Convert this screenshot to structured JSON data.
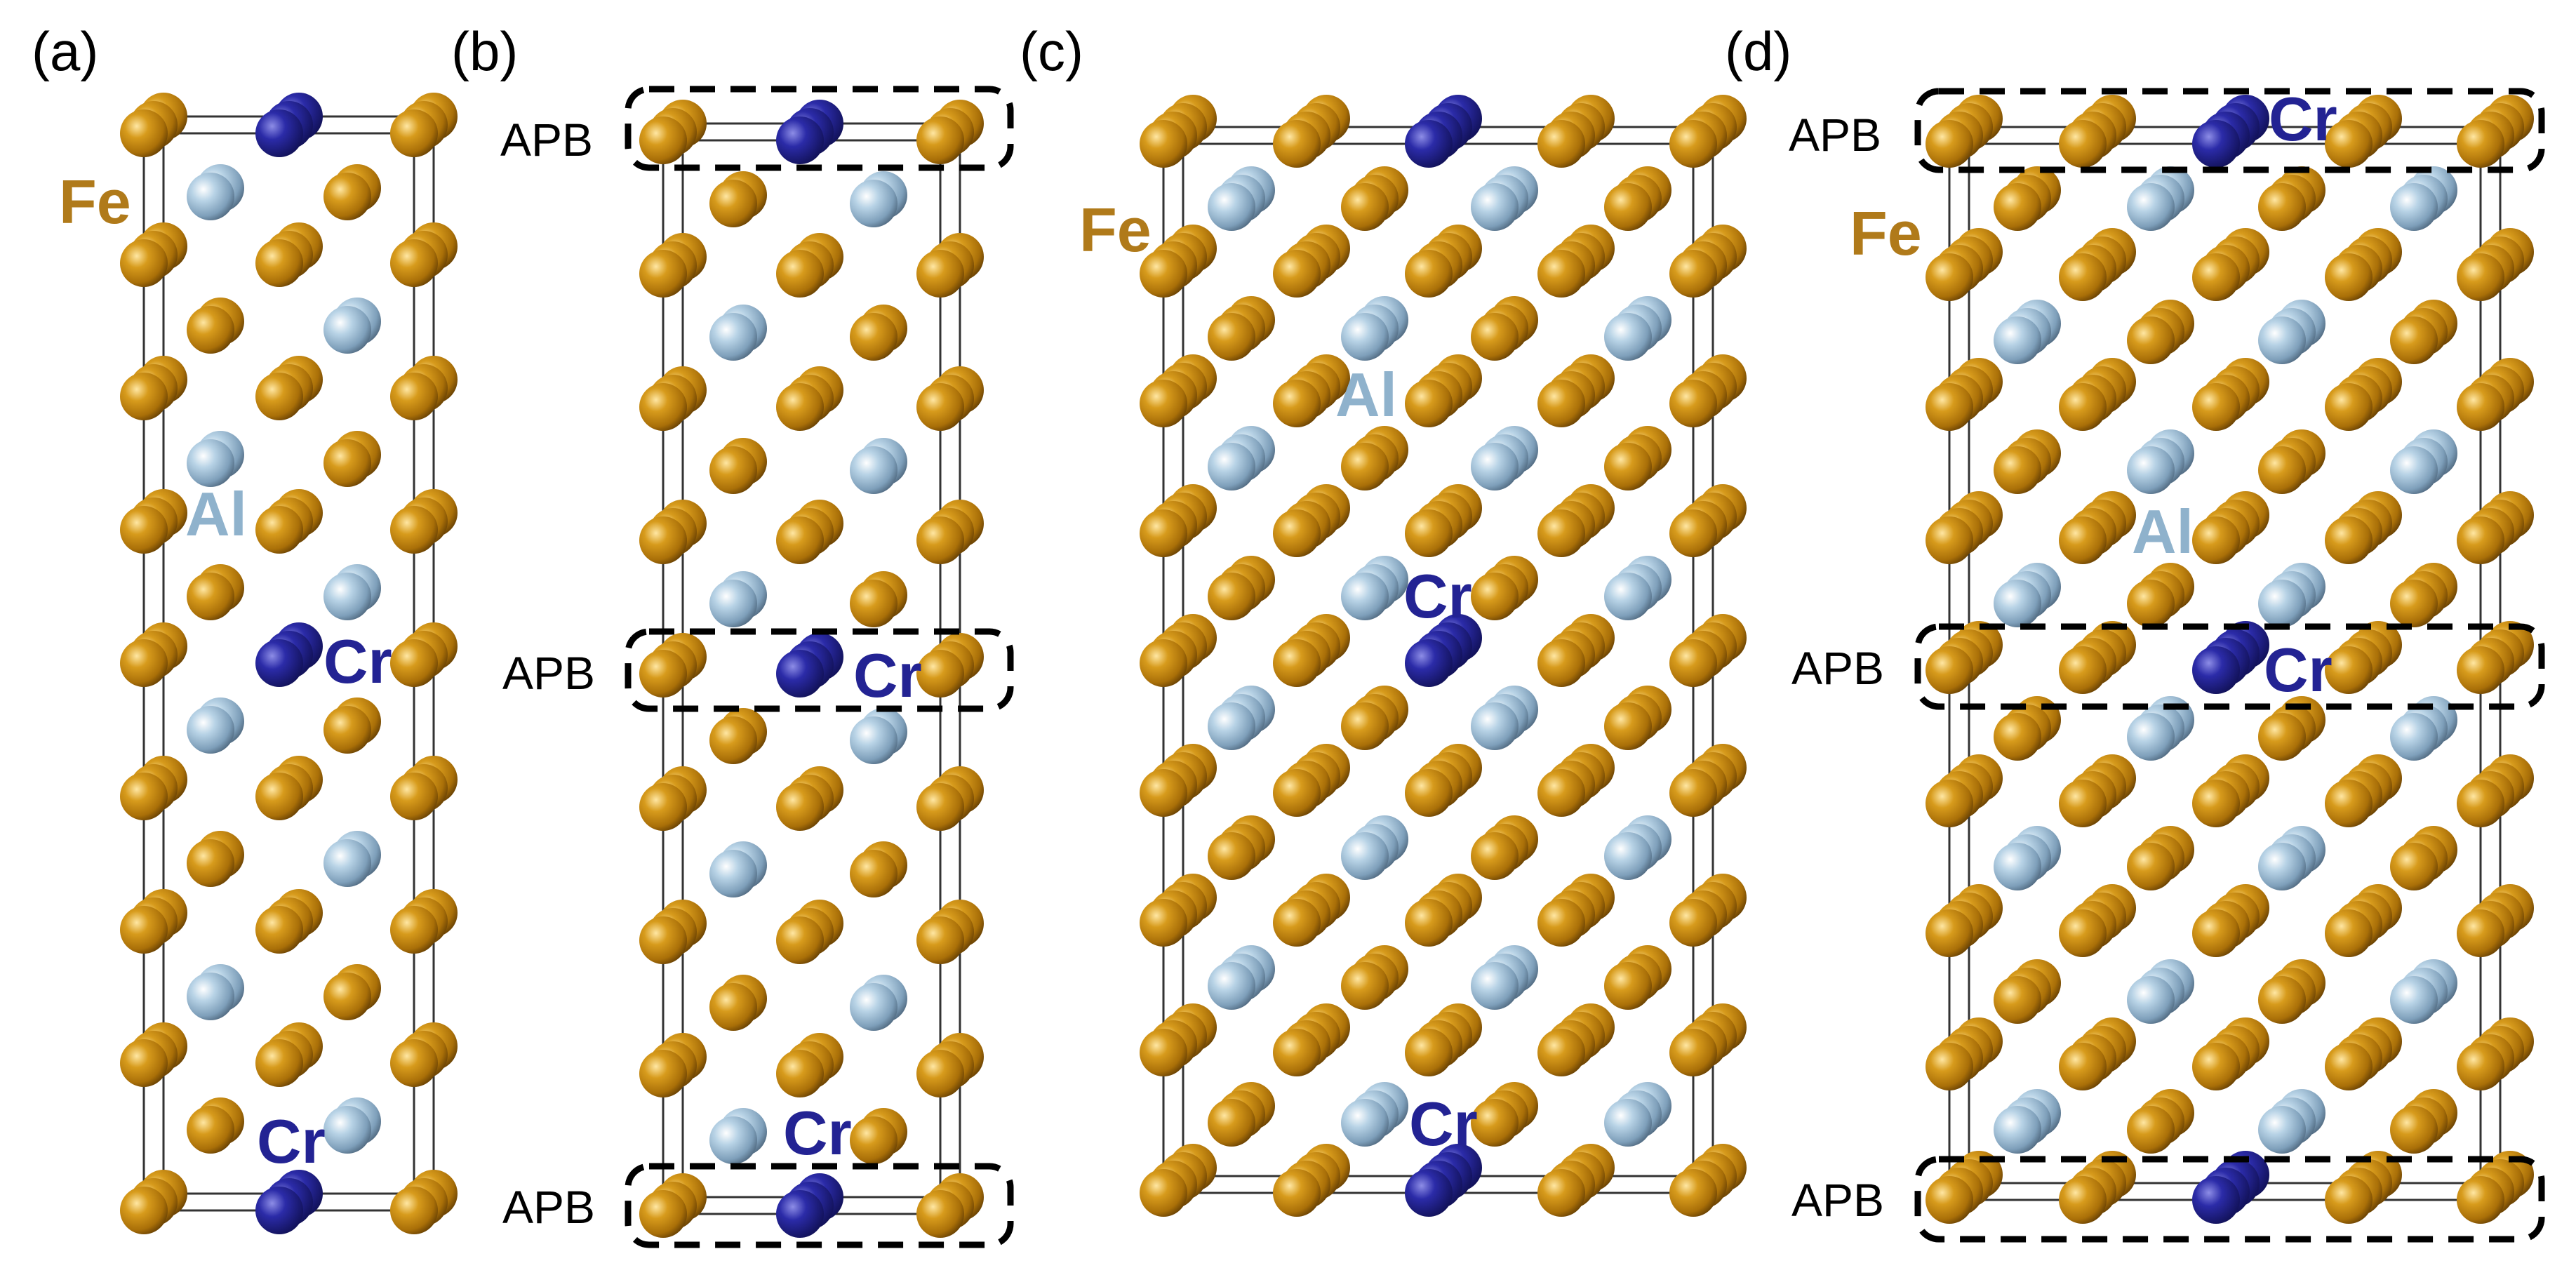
{
  "colors": {
    "fe": "#b5800e",
    "al": "#8fb2cc",
    "cr": "#232393",
    "box": "#333333",
    "dashed": "#000000"
  },
  "panels": [
    {
      "id": "a",
      "label": "(a)",
      "element_labels": {
        "fe": "Fe",
        "al": "Al",
        "cr_1": "Cr",
        "cr_2": "Cr"
      }
    },
    {
      "id": "b",
      "label": "(b)",
      "apb_labels": [
        "APB",
        "APB",
        "APB"
      ],
      "element_labels": {
        "cr_1": "Cr",
        "cr_2": "Cr"
      }
    },
    {
      "id": "c",
      "label": "(c)",
      "element_labels": {
        "fe": "Fe",
        "al": "Al",
        "cr_1": "Cr",
        "cr_2": "Cr"
      }
    },
    {
      "id": "d",
      "label": "(d)",
      "apb_labels": [
        "APB",
        "APB",
        "APB"
      ],
      "element_labels": {
        "fe": "Fe",
        "al": "Al",
        "cr_1": "Cr",
        "cr_2": "Cr"
      }
    }
  ]
}
